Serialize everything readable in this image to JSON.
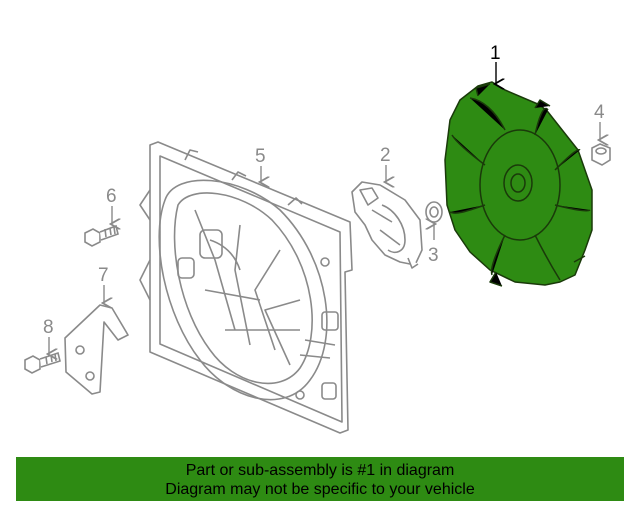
{
  "diagram": {
    "callouts": [
      {
        "number": "1",
        "part": "fan-shroud-assembly",
        "highlighted": true
      },
      {
        "number": "2",
        "part": "fan-motor",
        "highlighted": false
      },
      {
        "number": "3",
        "part": "washer",
        "highlighted": false
      },
      {
        "number": "4",
        "part": "nut",
        "highlighted": false
      },
      {
        "number": "5",
        "part": "shroud",
        "highlighted": false
      },
      {
        "number": "6",
        "part": "bolt",
        "highlighted": false
      },
      {
        "number": "7",
        "part": "bracket",
        "highlighted": false
      },
      {
        "number": "8",
        "part": "bolt",
        "highlighted": false
      }
    ],
    "highlight_color": "#2e8b13",
    "line_color": "#8a8a8a"
  },
  "banner": {
    "line1": "Part or sub-assembly is #1 in diagram",
    "line2": "Diagram may not be specific to your vehicle",
    "background": "#2e8b13"
  }
}
